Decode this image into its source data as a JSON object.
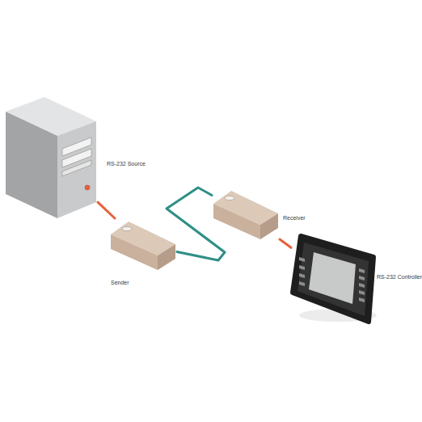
{
  "diagram": {
    "nodes": [
      {
        "text": [
          "RS-232 Source"
        ]
      },
      {
        "text": [
          "Sender"
        ]
      },
      {
        "text": [
          "Receiver"
        ]
      },
      {
        "text": [
          "RS-232 Controller"
        ]
      }
    ],
    "edges": [
      {
        "from": 0,
        "to": 1,
        "arrow": "none"
      },
      {
        "from": 1,
        "to": 2,
        "arrow": "none"
      },
      {
        "from": 2,
        "to": 3,
        "arrow": "none"
      }
    ]
  }
}
